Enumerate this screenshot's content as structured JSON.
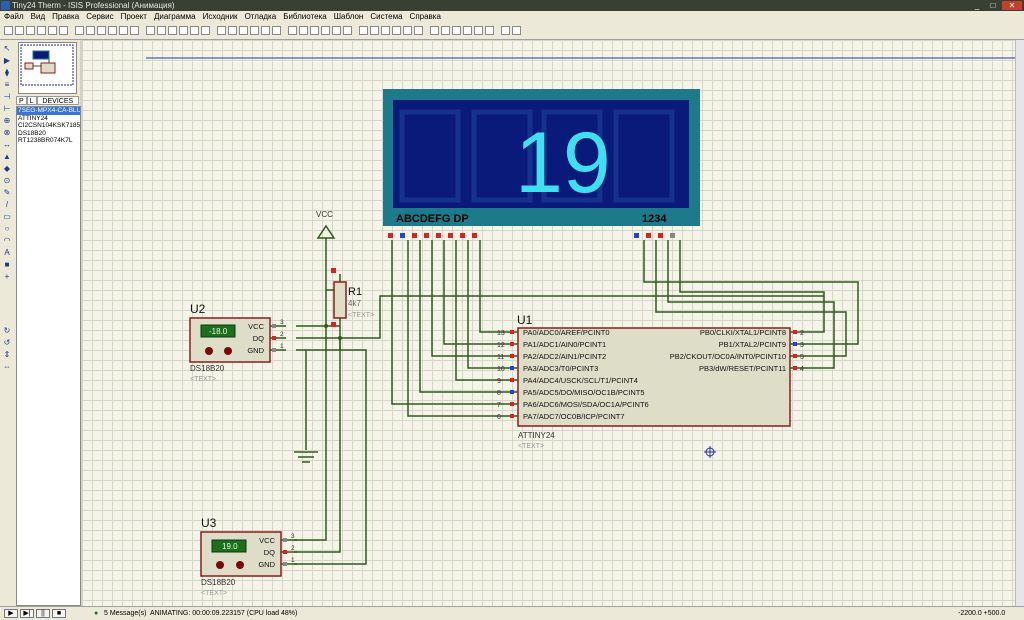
{
  "window": {
    "title": "Tiny24 Therm - ISIS Professional (Анимация)"
  },
  "menu": [
    "Файл",
    "Вид",
    "Правка",
    "Сервис",
    "Проект",
    "Диаграмма",
    "Исходник",
    "Отладка",
    "Библиотека",
    "Шаблон",
    "Система",
    "Справка"
  ],
  "toolbar": {
    "icons": [
      "new-icon",
      "open-icon",
      "save-icon",
      "print-icon",
      "zoom-in-icon",
      "zoom-out-icon",
      "undo-icon",
      "redo-icon",
      "cut-icon",
      "copy-icon",
      "paste-icon"
    ]
  },
  "device_panel": {
    "tab_p": "P",
    "tab_l": "L",
    "header": "DEVICES",
    "devices": [
      "7SEG-MPX4-CA-BLUE",
      "ATTINY24",
      "CI2CSN104KSK7185",
      "DS18B20",
      "RT1238BR074K7L"
    ]
  },
  "schematic": {
    "display": {
      "digits": "19",
      "seg_labels": "ABCDEFG  DP",
      "digit_labels": "1234"
    },
    "vcc": "VCC",
    "r1": {
      "ref": "R1",
      "value": "4k7",
      "text": "<TEXT>"
    },
    "u1": {
      "ref": "U1",
      "part": "ATTINY24",
      "text": "<TEXT>",
      "left_pins": [
        {
          "num": "13",
          "name": "PA0/ADC0/AREF/PCINT0"
        },
        {
          "num": "12",
          "name": "PA1/ADC1/AIN0/PCINT1"
        },
        {
          "num": "11",
          "name": "PA2/ADC2/AIN1/PCINT2"
        },
        {
          "num": "10",
          "name": "PA3/ADC3/T0/PCINT3"
        },
        {
          "num": "9",
          "name": "PA4/ADC4/USCK/SCL/T1/PCINT4"
        },
        {
          "num": "8",
          "name": "PA5/ADC5/DO/MISO/OC1B/PCINT5"
        },
        {
          "num": "7",
          "name": "PA6/ADC6/MOSI/SDA/OC1A/PCINT6"
        },
        {
          "num": "6",
          "name": "PA7/ADC7/OC0B/ICP/PCINT7"
        }
      ],
      "right_pins": [
        {
          "num": "2",
          "name": "PB0/CLKI/XTAL1/PCINT8"
        },
        {
          "num": "3",
          "name": "PB1/XTAL2/PCINT9"
        },
        {
          "num": "5",
          "name": "PB2/CKOUT/OC0A/INT0/PCINT10"
        },
        {
          "num": "4",
          "name": "PB3/dW/RESET/PCINT11"
        }
      ]
    },
    "u2": {
      "ref": "U2",
      "part": "DS18B20",
      "text": "<TEXT>",
      "reading": "-18.0",
      "pins": [
        "VCC",
        "DQ",
        "GND"
      ],
      "nums": [
        "3",
        "2",
        "1"
      ]
    },
    "u3": {
      "ref": "U3",
      "part": "DS18B20",
      "text": "<TEXT>",
      "reading": "19.0",
      "pins": [
        "VCC",
        "DQ",
        "GND"
      ],
      "nums": [
        "3",
        "2",
        "1"
      ]
    }
  },
  "status": {
    "messages": "5 Message(s)",
    "animating": "ANIMATING: 00:00:09.223157 (CPU load 48%)",
    "coords": "-2200.0  +500.0"
  },
  "colors": {
    "wire": "#2e5a1c",
    "part_body": "#ddddc8",
    "part_border": "#8b1c1c",
    "display_bg": "#0a1a7a",
    "display_frame": "#1c7a8a",
    "segment_on": "#3ee0f0"
  }
}
